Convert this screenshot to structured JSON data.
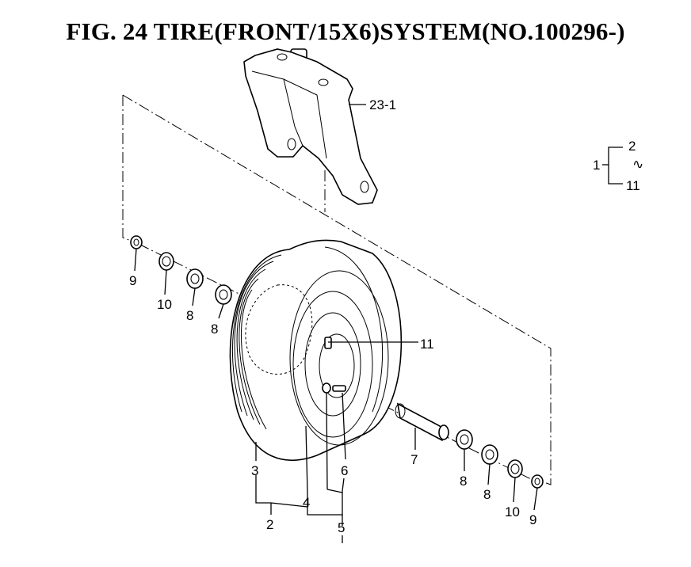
{
  "title": "FIG. 24  TIRE(FRONT/15X6)SYSTEM(NO.100296-)",
  "callouts": {
    "fork": "23-1",
    "legend_parent": "1",
    "legend_top": "2",
    "legend_mid": "∿",
    "legend_bottom": "11",
    "valve": "11",
    "washer_left": "9",
    "seal_left": "10",
    "bearing_left_a": "8",
    "bearing_left_b": "8",
    "axle": "7",
    "bearing_right_a": "8",
    "bearing_right_b": "8",
    "seal_right": "10",
    "washer_right": "9",
    "tire": "3",
    "rim": "4",
    "bolt": "6",
    "wheel_assembly": "2",
    "hub_assembly": "5"
  }
}
